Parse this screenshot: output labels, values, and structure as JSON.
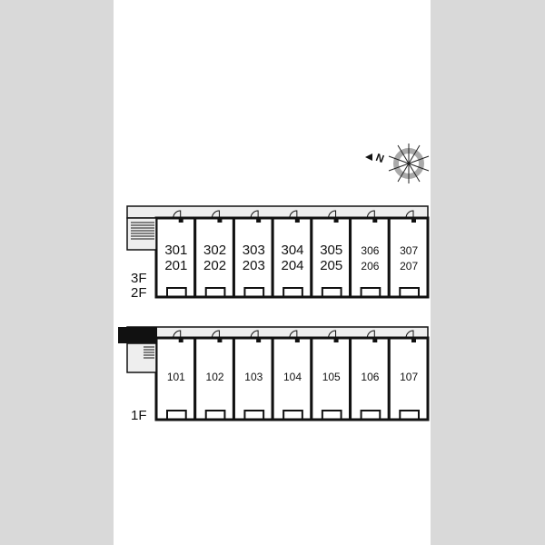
{
  "compass": {
    "label": "N"
  },
  "upper_building": {
    "floor_labels": [
      "3F",
      "2F"
    ],
    "units": [
      {
        "top": "301",
        "bottom": "201"
      },
      {
        "top": "302",
        "bottom": "202"
      },
      {
        "top": "303",
        "bottom": "203"
      },
      {
        "top": "304",
        "bottom": "204"
      },
      {
        "top": "305",
        "bottom": "205"
      },
      {
        "top": "306",
        "bottom": "206"
      },
      {
        "top": "307",
        "bottom": "207"
      }
    ]
  },
  "lower_building": {
    "floor_labels": [
      "1F"
    ],
    "units": [
      "101",
      "102",
      "103",
      "104",
      "105",
      "106",
      "107"
    ]
  }
}
